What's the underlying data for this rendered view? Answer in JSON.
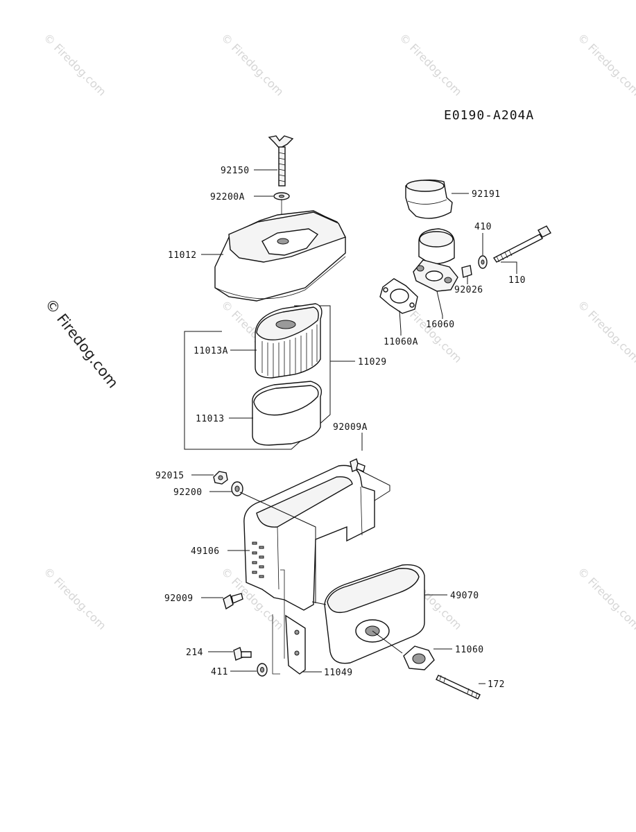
{
  "diagram": {
    "code": "E0190-A204A",
    "watermark_text": "© Firedog.com",
    "side_watermark_text": "© Firedog.com"
  },
  "callouts": [
    {
      "id": "92150",
      "label": "92150"
    },
    {
      "id": "92200A",
      "label": "92200A"
    },
    {
      "id": "11012",
      "label": "11012"
    },
    {
      "id": "92191",
      "label": "92191"
    },
    {
      "id": "410",
      "label": "410"
    },
    {
      "id": "110",
      "label": "110"
    },
    {
      "id": "92026",
      "label": "92026"
    },
    {
      "id": "16060",
      "label": "16060"
    },
    {
      "id": "11060A",
      "label": "11060A"
    },
    {
      "id": "11013A",
      "label": "11013A"
    },
    {
      "id": "11029",
      "label": "11029"
    },
    {
      "id": "11013",
      "label": "11013"
    },
    {
      "id": "92009A",
      "label": "92009A"
    },
    {
      "id": "92015",
      "label": "92015"
    },
    {
      "id": "92200",
      "label": "92200"
    },
    {
      "id": "49106",
      "label": "49106"
    },
    {
      "id": "49070",
      "label": "49070"
    },
    {
      "id": "92009",
      "label": "92009"
    },
    {
      "id": "11060",
      "label": "11060"
    },
    {
      "id": "214",
      "label": "214"
    },
    {
      "id": "411",
      "label": "411"
    },
    {
      "id": "11049",
      "label": "11049"
    },
    {
      "id": "172",
      "label": "172"
    }
  ]
}
